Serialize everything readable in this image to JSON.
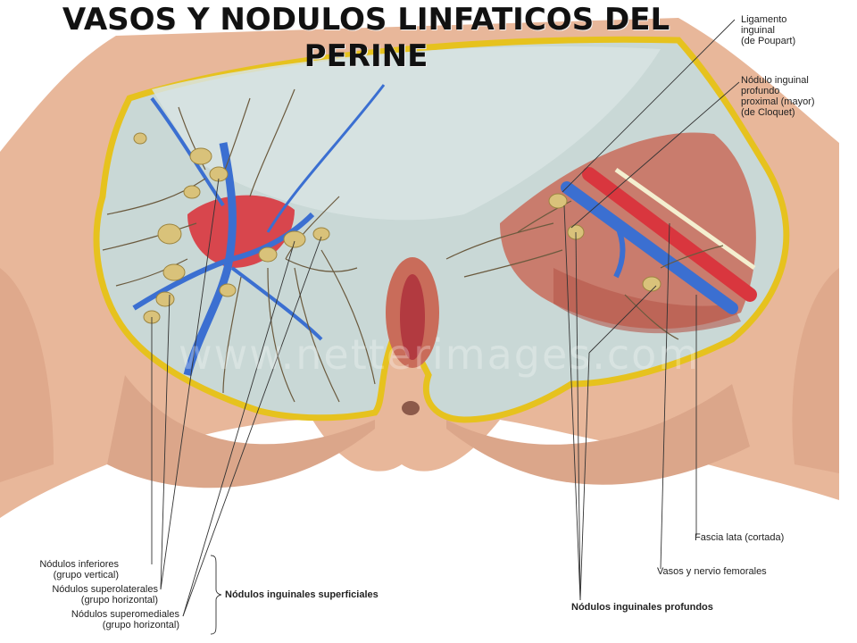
{
  "title": "VASOS Y NODULOS LINFATICOS DEL PERINE",
  "watermark": "www.netterimages.com",
  "labels_right": {
    "poupart": [
      "Ligamento",
      "inguinal",
      "(de Poupart)"
    ],
    "cloquet": [
      "Nódulo inguinal",
      "profundo",
      "proximal (mayor)",
      "(de Cloquet)"
    ],
    "fascia_lata": "Fascia lata (cortada)",
    "femoral": "Vasos y nervio femorales",
    "deep_group": "Nódulos inguinales profundos"
  },
  "labels_left": {
    "inferiores": [
      "Nódulos inferiores",
      "(grupo vertical)"
    ],
    "superolaterales": [
      "Nódulos superolaterales",
      "(grupo horizontal)"
    ],
    "superomediales": [
      "Nódulos superomediales",
      "(grupo horizontal)"
    ],
    "superficial_group": "Nódulos inguinales superficiales"
  },
  "colors": {
    "skin": "#e8b79a",
    "skin_dark": "#c98a6e",
    "fascia": "#c9d8d6",
    "fascia_border": "#e6c21e",
    "vein": "#3b6fd1",
    "artery": "#d9363e",
    "node": "#d9c27a",
    "lymph_vessel": "#6b5a3e",
    "muscle": "#c96c5a"
  }
}
